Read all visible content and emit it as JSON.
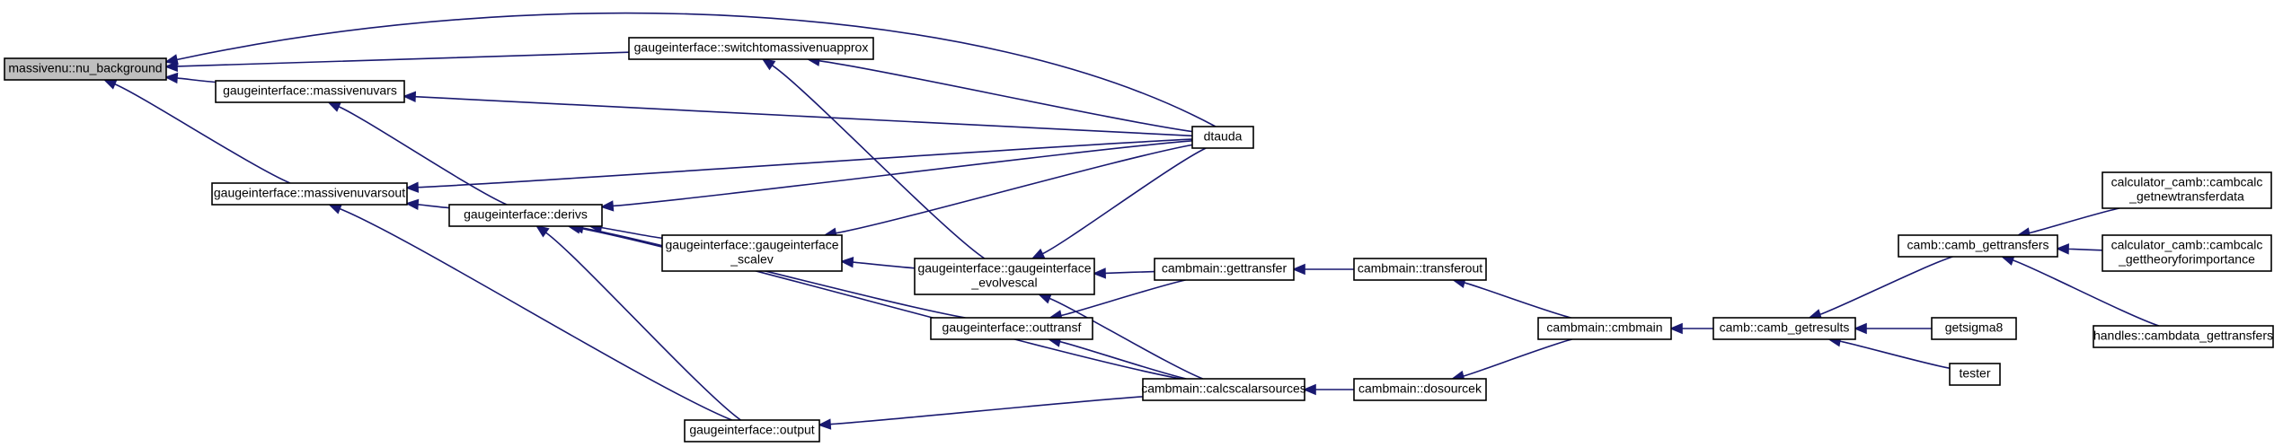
{
  "nodes": {
    "nu_background": {
      "lines": [
        "massivenu::nu_background"
      ],
      "root": true
    },
    "switchtomassivenuapprox": {
      "lines": [
        "gaugeinterface::switchtomassivenuapprox"
      ]
    },
    "massivenuvars": {
      "lines": [
        "gaugeinterface::massivenuvars"
      ]
    },
    "dtauda": {
      "lines": [
        "dtauda"
      ]
    },
    "massivenuvarsout": {
      "lines": [
        "gaugeinterface::massivenuvarsout"
      ]
    },
    "derivs": {
      "lines": [
        "gaugeinterface::derivs"
      ]
    },
    "scalev": {
      "lines": [
        "gaugeinterface::gaugeinterface",
        "_scalev"
      ]
    },
    "evolvescal": {
      "lines": [
        "gaugeinterface::gaugeinterface",
        "_evolvescal"
      ]
    },
    "outtransf": {
      "lines": [
        "gaugeinterface::outtransf"
      ]
    },
    "output": {
      "lines": [
        "gaugeinterface::output"
      ]
    },
    "gettransfer": {
      "lines": [
        "cambmain::gettransfer"
      ]
    },
    "transferout": {
      "lines": [
        "cambmain::transferout"
      ]
    },
    "calcscalarsources": {
      "lines": [
        "cambmain::calcscalarsources"
      ]
    },
    "dosourcek": {
      "lines": [
        "cambmain::dosourcek"
      ]
    },
    "cmbmain": {
      "lines": [
        "cambmain::cmbmain"
      ]
    },
    "camb_getresults": {
      "lines": [
        "camb::camb_getresults"
      ]
    },
    "camb_gettransfers": {
      "lines": [
        "camb::camb_gettransfers"
      ]
    },
    "getsigma8": {
      "lines": [
        "getsigma8"
      ]
    },
    "tester": {
      "lines": [
        "tester"
      ]
    },
    "getnewtransferdata": {
      "lines": [
        "calculator_camb::cambcalc",
        "_getnewtransferdata"
      ]
    },
    "gettheoryforimportance": {
      "lines": [
        "calculator_camb::cambcalc",
        "_gettheoryforimportance"
      ]
    },
    "cambdata_gettransfers": {
      "lines": [
        "handles::cambdata_gettransfers"
      ]
    }
  },
  "edges": [
    [
      "switchtomassivenuapprox",
      "nu_background"
    ],
    [
      "massivenuvars",
      "nu_background"
    ],
    [
      "dtauda",
      "nu_background"
    ],
    [
      "massivenuvarsout",
      "nu_background"
    ],
    [
      "dtauda",
      "switchtomassivenuapprox"
    ],
    [
      "evolvescal",
      "switchtomassivenuapprox"
    ],
    [
      "dtauda",
      "massivenuvars"
    ],
    [
      "derivs",
      "massivenuvars"
    ],
    [
      "dtauda",
      "massivenuvarsout"
    ],
    [
      "derivs",
      "massivenuvarsout"
    ],
    [
      "output",
      "massivenuvarsout"
    ],
    [
      "dtauda",
      "derivs"
    ],
    [
      "scalev",
      "derivs"
    ],
    [
      "outtransf",
      "derivs"
    ],
    [
      "calcscalarsources",
      "derivs"
    ],
    [
      "output",
      "derivs"
    ],
    [
      "dtauda",
      "scalev"
    ],
    [
      "evolvescal",
      "scalev"
    ],
    [
      "dtauda",
      "evolvescal"
    ],
    [
      "gettransfer",
      "evolvescal"
    ],
    [
      "calcscalarsources",
      "evolvescal"
    ],
    [
      "gettransfer",
      "outtransf"
    ],
    [
      "calcscalarsources",
      "outtransf"
    ],
    [
      "calcscalarsources",
      "output"
    ],
    [
      "transferout",
      "gettransfer"
    ],
    [
      "dosourcek",
      "calcscalarsources"
    ],
    [
      "cmbmain",
      "transferout"
    ],
    [
      "cmbmain",
      "dosourcek"
    ],
    [
      "camb_getresults",
      "cmbmain"
    ],
    [
      "camb_gettransfers",
      "camb_getresults"
    ],
    [
      "getsigma8",
      "camb_getresults"
    ],
    [
      "tester",
      "camb_getresults"
    ],
    [
      "getnewtransferdata",
      "camb_gettransfers"
    ],
    [
      "gettheoryforimportance",
      "camb_gettransfers"
    ],
    [
      "cambdata_gettransfers",
      "camb_gettransfers"
    ]
  ]
}
